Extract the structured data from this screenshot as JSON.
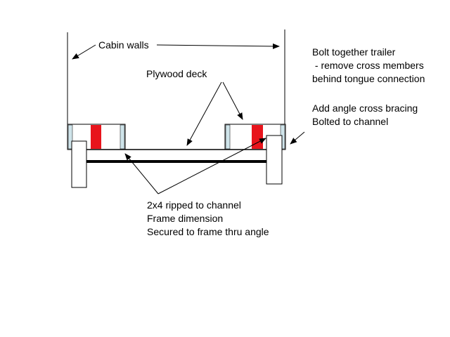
{
  "labels": {
    "cabin_walls": "Cabin walls",
    "plywood_deck": "Plywood deck",
    "note_bolt_1": "Bolt together trailer",
    "note_bolt_2": " - remove cross members",
    "note_bolt_3": "behind tongue connection",
    "note_angle_1": "Add angle cross bracing",
    "note_angle_2": "Bolted to channel",
    "note_2x4_1": "2x4 ripped to channel",
    "note_2x4_2": "Frame dimension",
    "note_2x4_3": "Secured to frame thru angle"
  },
  "colors": {
    "line": "#000000",
    "channel_fill": "#cfe4ea",
    "block_red": "#e8141c",
    "background": "#ffffff"
  }
}
